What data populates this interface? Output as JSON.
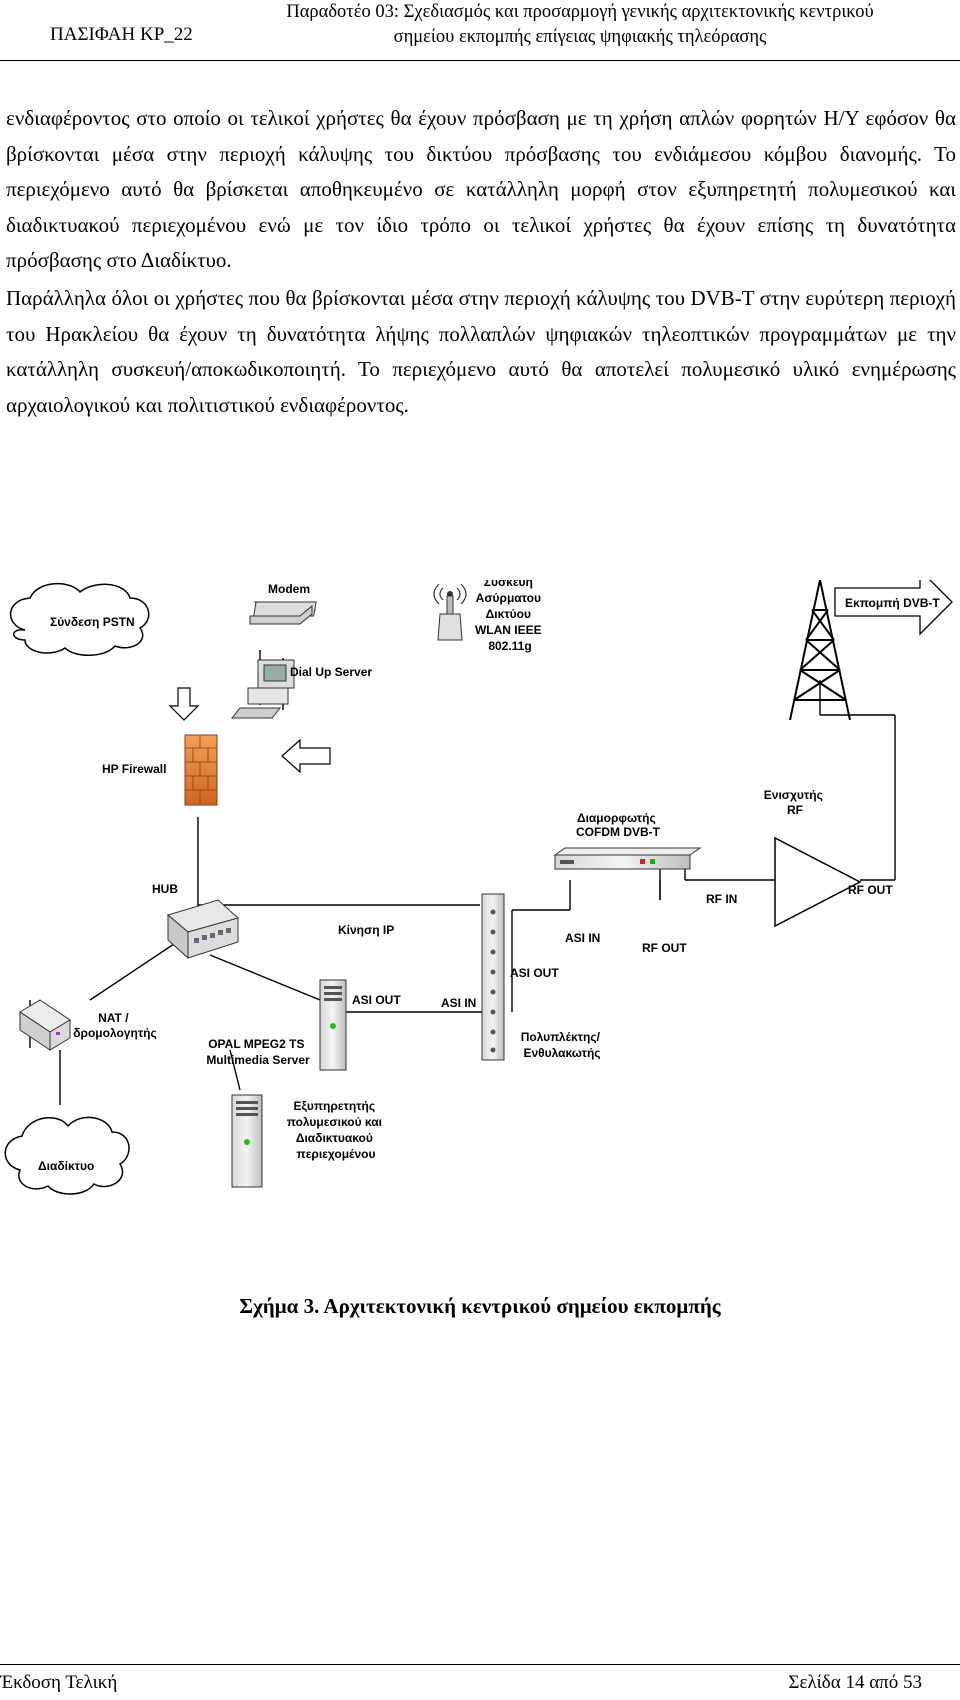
{
  "header": {
    "left": "ΠΑΣΙΦΑΗ ΚΡ_22",
    "right_line1": "Παραδοτέο 03: Σχεδιασμός και προσαρμογή γενικής αρχιτεκτονικής κεντρικού",
    "right_line2": "σημείου εκπομπής επίγειας ψηφιακής τηλεόρασης"
  },
  "body": {
    "paragraph1": "ενδιαφέροντος στο οποίο οι τελικοί χρήστες θα έχουν πρόσβαση με τη χρήση απλών φορητών Η/Υ εφόσον θα βρίσκονται μέσα στην περιοχή κάλυψης του δικτύου πρόσβασης του ενδιάμεσου κόμβου διανομής. Το περιεχόμενο αυτό θα βρίσκεται αποθηκευμένο σε κατάλληλη μορφή στον εξυπηρετητή πολυμεσικού και διαδικτυακού περιεχομένου ενώ με τον ίδιο τρόπο οι τελικοί χρήστες θα έχουν επίσης τη δυνατότητα πρόσβασης στο Διαδίκτυο.",
    "paragraph2": "Παράλληλα όλοι οι χρήστες που θα βρίσκονται μέσα στην περιοχή κάλυψης του DVB-T στην ευρύτερη περιοχή του Ηρακλείου θα έχουν τη δυνατότητα λήψης πολλαπλών ψηφιακών τηλεοπτικών προγραμμάτων με την κατάλληλη συσκευή/αποκωδικοποιητή. Το περιεχόμενο αυτό θα αποτελεί πολυμεσικό υλικό ενημέρωσης αρχαιολογικού και πολιτιστικού ενδιαφέροντος."
  },
  "diagram": {
    "pstn": "Σύνδεση PSTN",
    "modem": "Modem",
    "dialup": "Dial Up Server",
    "wlan": [
      "Συσκευή",
      "Ασύρματου",
      "Δικτύου",
      "WLAN IEEE",
      "802.11g"
    ],
    "broadcast": "Εκπομπή DVB-T",
    "firewall": "HP Firewall",
    "hub": "HUB",
    "ip_traffic": "Κίνηση IP",
    "modulator": [
      "Διαμορφωτής",
      "COFDM DVB-T"
    ],
    "amplifier": [
      "Ενισχυτής",
      "RF"
    ],
    "rf_in": "RF IN",
    "rf_out_amp": "RF OUT",
    "asi_in_mod": "ASI IN",
    "rf_out_mod": "RF OUT",
    "asi_out_mux": "ASI OUT",
    "asi_out_srv": "ASI OUT",
    "asi_in_mux": "ASI IN",
    "nat": [
      "NAT /",
      "δρομολογητής"
    ],
    "opal": [
      "OPAL MPEG2 TS",
      "Multimedia Server"
    ],
    "mux": [
      "Πολυπλέκτης/",
      "Ενθυλακωτής"
    ],
    "internet": "Διαδίκτυο",
    "content_server": [
      "Εξυπηρετητής",
      "πολυμεσικού και",
      "Διαδικτυακού",
      "περιεχομένου"
    ]
  },
  "caption": "Σχήμα 3. Αρχιτεκτονική κεντρικού σημείου εκπομπής",
  "footer": {
    "left": "Έκδοση Τελική",
    "right": "Σελίδα 14 από 53"
  }
}
